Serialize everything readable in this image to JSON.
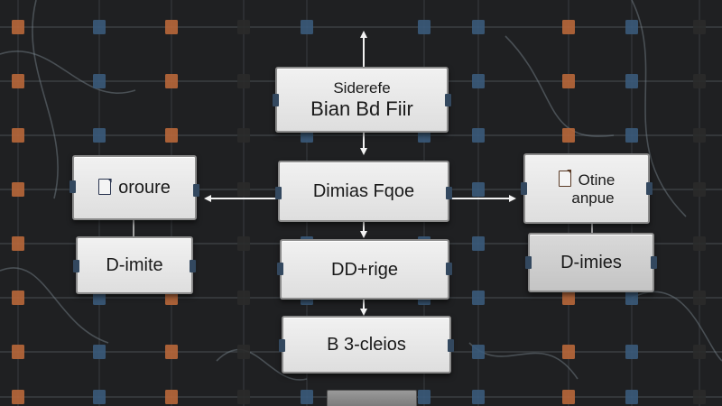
{
  "diagram": {
    "top_node": {
      "line1": "Siderefe",
      "line2": "Bian Bd Fiir"
    },
    "center_node": {
      "label": "Dimias Fqoe"
    },
    "middle_node": {
      "label": "DD+rige"
    },
    "bottom_node": {
      "label": "B 3-cleios"
    },
    "left_top_node": {
      "label": "oroure",
      "icon": "document-icon"
    },
    "left_bottom_node": {
      "label": "D-imite"
    },
    "right_top_node": {
      "line1": "Otine",
      "line2": "anpue",
      "icon": "document-icon"
    },
    "right_bottom_node": {
      "label": "D-imies"
    }
  },
  "colors": {
    "background": "#1f2022",
    "panel": "#e6e6e6",
    "arrow": "#f2f2f2",
    "clip": "#33485f",
    "chip_orange": "#b8673a",
    "chip_blue": "#3a5a7a",
    "chip_green": "#3e6b4e",
    "wire": "#7d8a93"
  }
}
